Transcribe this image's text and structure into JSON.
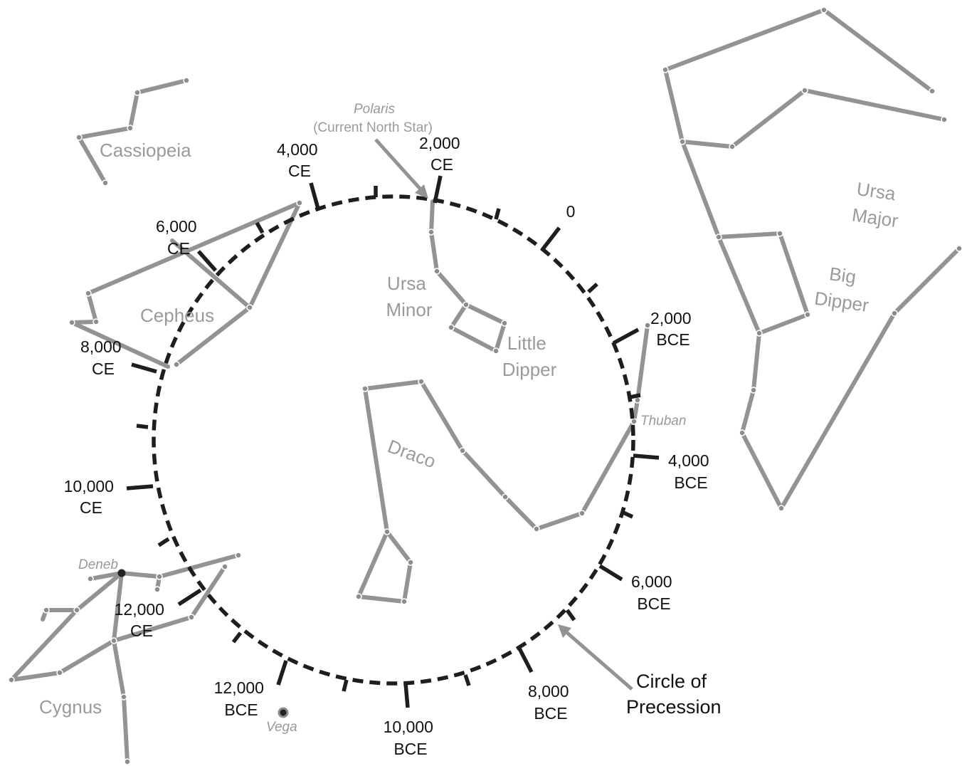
{
  "constellations": {
    "cassiopeia": "Cassiopeia",
    "cepheus": "Cepheus",
    "cygnus": "Cygnus",
    "ursa_minor": [
      "Ursa",
      "Minor"
    ],
    "little_dipper": [
      "Little",
      "Dipper"
    ],
    "draco": "Draco",
    "ursa_major": [
      "Ursa",
      "Major"
    ],
    "big_dipper": [
      "Big",
      "Dipper"
    ]
  },
  "stars": {
    "polaris": "Polaris",
    "polaris_note": "(Current North Star)",
    "thuban": "Thuban",
    "deneb": "Deneb",
    "vega": "Vega"
  },
  "circle_label": [
    "Circle of",
    "Precession"
  ],
  "year_labels": {
    "y2000ce": [
      "2,000",
      "CE"
    ],
    "y4000ce": [
      "4,000",
      "CE"
    ],
    "y6000ce": [
      "6,000",
      "CE"
    ],
    "y8000ce": [
      "8,000",
      "CE"
    ],
    "y10000ce": [
      "10,000",
      "CE"
    ],
    "y12000ce": [
      "12,000",
      "CE"
    ],
    "y0": [
      "0"
    ],
    "y2000bce": [
      "2,000",
      "BCE"
    ],
    "y4000bce": [
      "4,000",
      "BCE"
    ],
    "y6000bce": [
      "6,000",
      "BCE"
    ],
    "y8000bce": [
      "8,000",
      "BCE"
    ],
    "y10000bce": [
      "10,000",
      "BCE"
    ],
    "y12000bce": [
      "12,000",
      "BCE"
    ]
  },
  "colors": {
    "constellation": "#939393",
    "circle": "#1e1e1e",
    "text": "#111111"
  }
}
